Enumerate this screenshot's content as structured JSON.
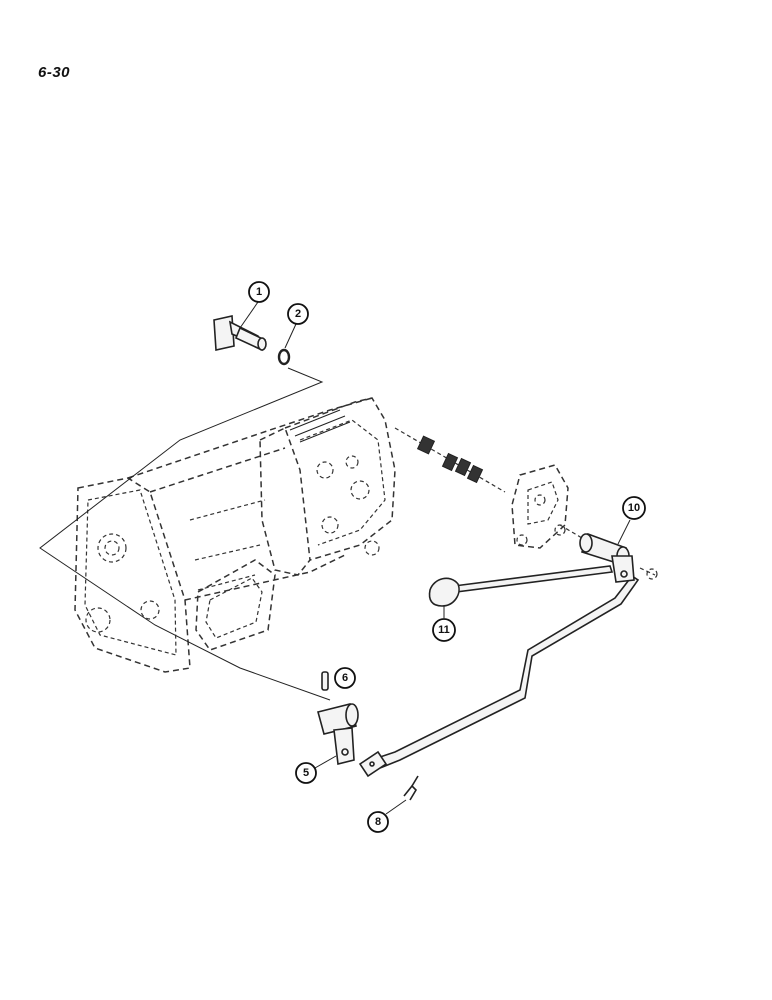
{
  "page": {
    "number": "6-30"
  },
  "callouts": [
    {
      "id": "1",
      "label": "1"
    },
    {
      "id": "2",
      "label": "2"
    },
    {
      "id": "5",
      "label": "5"
    },
    {
      "id": "6",
      "label": "6"
    },
    {
      "id": "8",
      "label": "8"
    },
    {
      "id": "10",
      "label": "10"
    },
    {
      "id": "11",
      "label": "11"
    }
  ]
}
